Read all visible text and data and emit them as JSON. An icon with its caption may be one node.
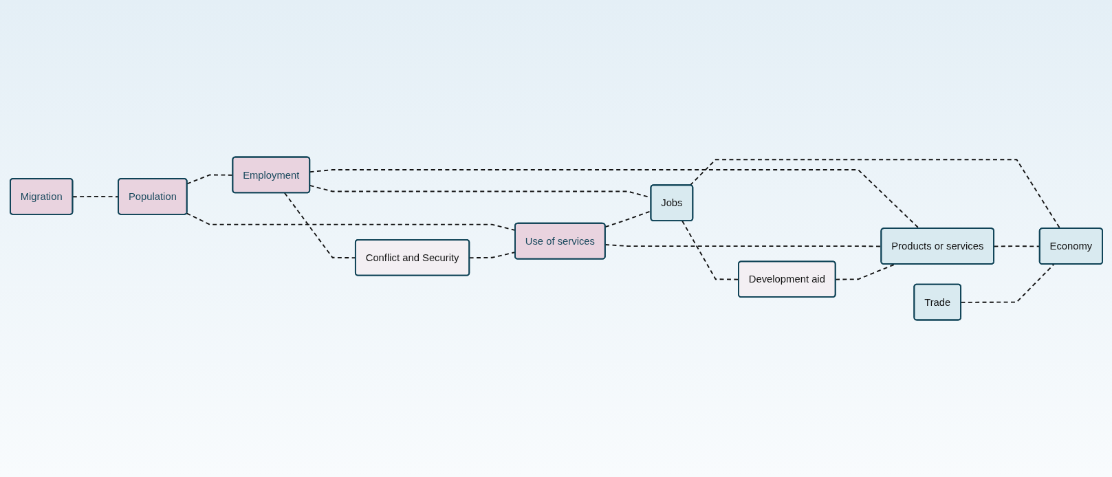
{
  "diagram": {
    "nodes": [
      {
        "text": [
          "Migration"
        ]
      },
      {
        "text": [
          "Population"
        ]
      },
      {
        "text": [
          "Employment"
        ]
      },
      {
        "text": [
          "Conflict and Security"
        ]
      },
      {
        "text": [
          "Use of services"
        ]
      },
      {
        "text": [
          "Jobs"
        ]
      },
      {
        "text": [
          "Development aid"
        ]
      },
      {
        "text": [
          "Products or services"
        ]
      },
      {
        "text": [
          "Trade"
        ]
      },
      {
        "text": [
          "Economy"
        ]
      }
    ],
    "edges": [
      {
        "from": 0,
        "to": 1,
        "arrow": "none",
        "style": "dashed"
      },
      {
        "from": 1,
        "to": 2,
        "arrow": "none",
        "style": "dashed"
      },
      {
        "from": 1,
        "to": 4,
        "arrow": "none",
        "style": "dashed"
      },
      {
        "from": 2,
        "to": 3,
        "arrow": "none",
        "style": "dashed"
      },
      {
        "from": 3,
        "to": 4,
        "arrow": "none",
        "style": "dashed"
      },
      {
        "from": 2,
        "to": 5,
        "arrow": "none",
        "style": "dashed"
      },
      {
        "from": 2,
        "to": 7,
        "arrow": "none",
        "style": "dashed"
      },
      {
        "from": 4,
        "to": 5,
        "arrow": "none",
        "style": "dashed"
      },
      {
        "from": 4,
        "to": 7,
        "arrow": "none",
        "style": "dashed"
      },
      {
        "from": 5,
        "to": 6,
        "arrow": "none",
        "style": "dashed"
      },
      {
        "from": 6,
        "to": 7,
        "arrow": "none",
        "style": "dashed"
      },
      {
        "from": 5,
        "to": 9,
        "arrow": "none",
        "style": "dashed"
      },
      {
        "from": 7,
        "to": 9,
        "arrow": "none",
        "style": "dashed"
      },
      {
        "from": 8,
        "to": 9,
        "arrow": "none",
        "style": "dashed"
      }
    ]
  }
}
